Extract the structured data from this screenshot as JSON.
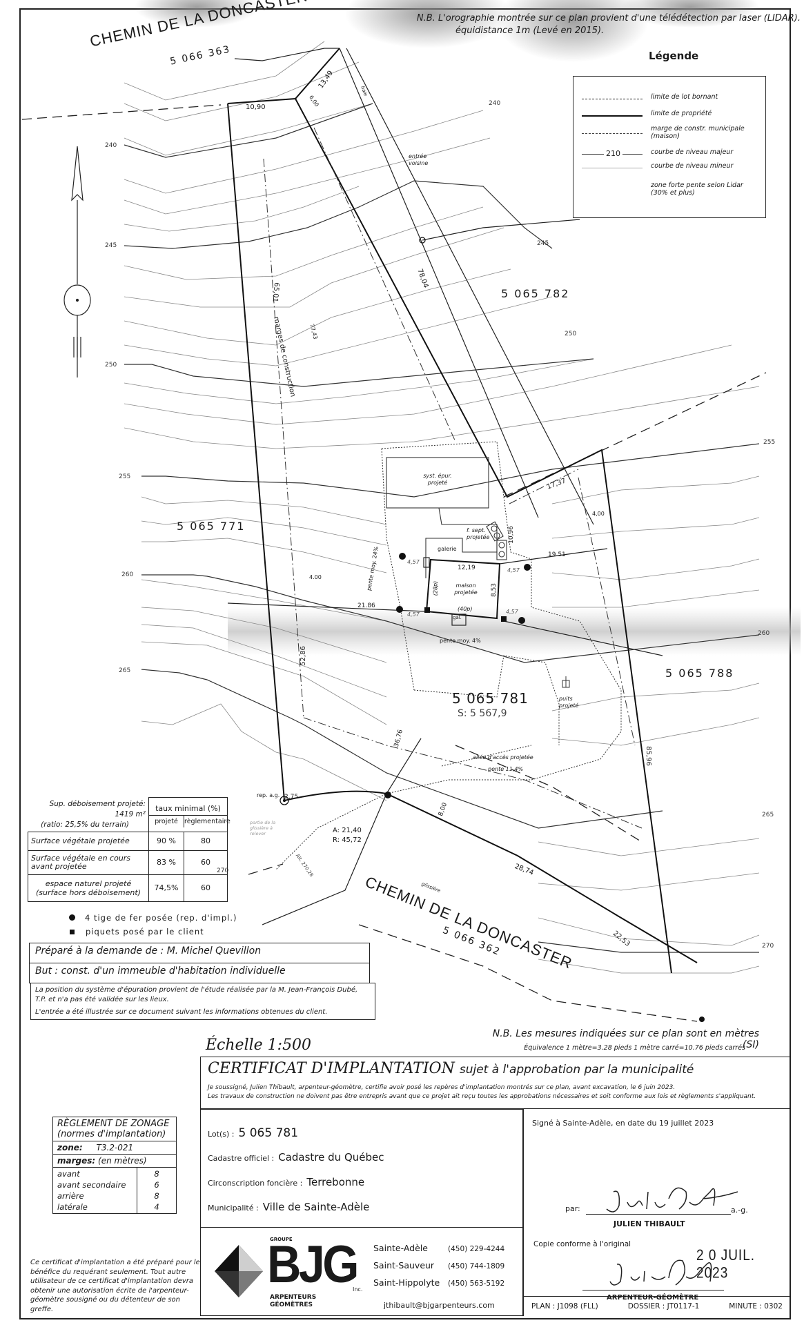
{
  "header_note": {
    "line1": "N.B. L'orographie montrée sur ce plan provient d'une télédétection par laser (LIDAR).",
    "line2": "équidistance 1m (Levé en 2015)."
  },
  "legend": {
    "title": "Légende",
    "items": [
      {
        "label": "limite de lot bornant",
        "style": "dashed"
      },
      {
        "label": "limite de propriété",
        "style": "solid-thick"
      },
      {
        "label": "marge de constr. municipale (maison)",
        "style": "dash-dot"
      },
      {
        "label": "courbe de niveau majeur",
        "style": "major-contour",
        "sample_value": "210"
      },
      {
        "label": "courbe de niveau mineur",
        "style": "minor-contour"
      },
      {
        "label": "zone forte pente selon Lidar (30% et plus)",
        "style": "hatched"
      }
    ]
  },
  "plan": {
    "roads": [
      {
        "name": "CHEMIN DE LA DONCASTER",
        "lot": "5 066 363"
      },
      {
        "name": "CHEMIN DE LA DONCASTER",
        "lot": "5 066 362"
      }
    ],
    "lots": {
      "subject": "5 065 781",
      "subject_area": "S: 5 567,9",
      "west": "5 065 771",
      "north_east": "5 065 782",
      "east": "5 065 788"
    },
    "contours_left": [
      "240",
      "245",
      "250",
      "255",
      "260",
      "265",
      "270"
    ],
    "contours_right": [
      "240",
      "245",
      "250",
      "255",
      "260",
      "265",
      "270"
    ],
    "dimensions": {
      "top_front": "10,90",
      "top_diag": "13,49",
      "setback_top": "6,00",
      "west_side": "65,01",
      "inner_line": "77,43",
      "ne_side": "78,04",
      "ne_jog": "17,37",
      "east_setback": "4,00",
      "west_setback": "4.00",
      "to_east": "19.51",
      "to_west": "21.86",
      "lower_west": "52,86",
      "east_side": "85,96",
      "front_1": "28,74",
      "front_2": "22,53",
      "arc_a": "A: 21,40",
      "arc_r": "R: 45,72",
      "corner": "2,75",
      "to_road": "36,76",
      "road_setback": "8,00",
      "septic_gap": "10,96",
      "house_width": "12,19",
      "house_depth": "8,53",
      "house_w_ft": "(40p)",
      "house_d_ft": "(28p)",
      "offset": "4,57",
      "alt": "Alt. 270,28"
    },
    "labels": {
      "marges": "marges de construction",
      "entree": "entrée voisine",
      "haie": "haie",
      "syst_epur": "syst. épur. projeté",
      "fosse": "f. sept. projetée",
      "galerie": "galerie",
      "maison": "maison projetée",
      "gal": "gal.",
      "pente_24": "pente moy. 24%",
      "pente_4": "pente moy. 4%",
      "puits": "puits projeté",
      "allee": "allée d'accès projetée",
      "pente_allee": "pente 11,4%",
      "rep_ag": "rep. a.g.",
      "glissiere": "glissière",
      "glissiere_releve": "partie de la glissière à relever"
    }
  },
  "deboisement_table": {
    "summary_line1": "Sup. déboisement projeté: 1419 m²",
    "summary_line2": "(ratio: 25,5% du terrain)",
    "header_group": "taux minimal (%)",
    "col_projete": "projeté",
    "col_reglementaire": "règlementaire",
    "rows": [
      {
        "label": "Surface végétale projetée",
        "projete": "90 %",
        "reglementaire": "80"
      },
      {
        "label": "Surface végétale en cours avant projetée",
        "projete": "83 %",
        "reglementaire": "60"
      },
      {
        "label": "espace naturel projeté (surface hors déboisement)",
        "projete": "74,5%",
        "reglementaire": "60"
      }
    ]
  },
  "markers": {
    "iron": "4 tige de fer posée (rep. d'impl.)",
    "stakes": "piquets posé par le client"
  },
  "prepared": {
    "request": "Préparé à la demande de : M. Michel Quevillon",
    "purpose": "But : const. d'un immeuble d'habitation individuelle",
    "note1": "La position du système d'épuration provient de l'étude réalisée par la M. Jean-François Dubé, T.P. et n'a pas été validée sur les lieux.",
    "note2": "L'entrée a été illustrée sur ce document suivant les informations obtenues du client."
  },
  "scale": "Échelle 1:500",
  "units_note": {
    "line1": "N.B. Les mesures indiquées sur ce plan sont en mètres (SI)",
    "line2": "Équivalence  1 mètre=3.28 pieds 1 mètre carré=10.76 pieds carrés"
  },
  "certificate": {
    "title": "CERTIFICAT D'IMPLANTATION",
    "subtitle": "sujet à l'approbation par la municipalité",
    "text1": "Je soussigné, Julien Thibault, arpenteur-géomètre, certifie avoir posé les repères d'implantation montrés sur ce plan, avant excavation, le 6 juin 2023.",
    "text2": "Les travaux de construction ne doivent pas être entrepris avant que ce projet ait reçu toutes les approbations nécessaires et soit conforme aux lois et règlements s'appliquant."
  },
  "lot_info": {
    "lot_label": "Lot(s) :",
    "lot_value": "5 065 781",
    "cadastre_label": "Cadastre officiel :",
    "cadastre_value": "Cadastre du Québec",
    "circ_label": "Circonscription foncière :",
    "circ_value": "Terrebonne",
    "muni_label": "Municipalité :",
    "muni_value": "Ville de Sainte-Adèle"
  },
  "zonage": {
    "title1": "RÈGLEMENT DE ZONAGE",
    "title2": "(normes d'implantation)",
    "zone_label": "zone:",
    "zone_value": "T3.2-021",
    "marges_label": "marges:",
    "marges_unit": "(en mètres)",
    "rows": [
      {
        "label": "avant",
        "value": "8"
      },
      {
        "label": "avant secondaire",
        "value": "6"
      },
      {
        "label": "arrière",
        "value": "8"
      },
      {
        "label": "latérale",
        "value": "4"
      }
    ]
  },
  "disclaimer": "Ce certificat d'implantation a été préparé pour le bénéfice du requérant seulement. Tout autre utilisateur de ce certificat d'implantation devra obtenir une autorisation écrite de l'arpenteur-géomètre sousigné ou du détenteur de son greffe.",
  "company": {
    "groupe": "GROUPE",
    "name": "BJG",
    "inc": "Inc.",
    "sub1": "ARPENTEURS",
    "sub2": "GÉOMÈTRES",
    "offices": [
      {
        "city": "Sainte-Adèle",
        "phone": "(450) 229-4244"
      },
      {
        "city": "Saint-Sauveur",
        "phone": "(450) 744-1809"
      },
      {
        "city": "Saint-Hippolyte",
        "phone": "(450) 563-5192"
      }
    ],
    "email": "jthibault@bjgarpenteurs.com"
  },
  "signature": {
    "signed_at": "Signé à Sainte-Adèle, en date du 19 juillet 2023",
    "par": "par:",
    "suffix": "a.-g.",
    "name": "JULIEN THIBAULT",
    "copy": "Copie conforme à l'original",
    "stamp_date": "2 0 JUIL. 2023",
    "role": "ARPENTEUR-GÉOMÈTRE"
  },
  "references": {
    "plan": "PLAN : J1098 (FLL)",
    "dossier": "DOSSIER : JT0117-1",
    "minute": "MINUTE : 0302"
  }
}
